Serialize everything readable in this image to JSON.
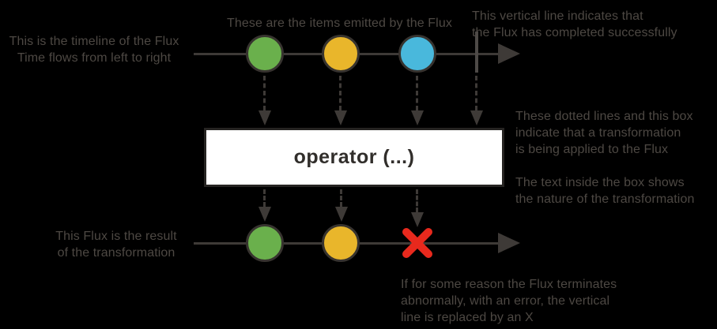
{
  "diagram": {
    "labels": {
      "timeline_note": "This is the timeline of the Flux\nTime flows from left to right",
      "items_note": "These are the items emitted by the Flux",
      "complete_note": "This vertical line indicates that\nthe Flux has completed successfully",
      "transform_note": "These dotted lines and this box\nindicate that a transformation\nis being applied to the Flux",
      "box_text_note": "The text inside the box shows\nthe nature of the transformation",
      "result_note": "This Flux is the result\nof the transformation",
      "error_note": "If for some reason the Flux terminates\nabnormally, with an error, the vertical\nline is replaced by an X",
      "operator_label": "operator (...)"
    },
    "colors": {
      "background": "#000000",
      "annotation_text": "#4d4843",
      "timeline_line": "#3e3a37",
      "complete_line": "#4e4a47",
      "circle_border": "#37332f",
      "item_green": "#6ab04c",
      "item_yellow": "#e9b62b",
      "item_blue": "#49b8dc",
      "error_red": "#e8291d",
      "operator_box_bg": "#ffffff",
      "operator_box_border": "#262422",
      "operator_text": "#312e2b"
    }
  }
}
